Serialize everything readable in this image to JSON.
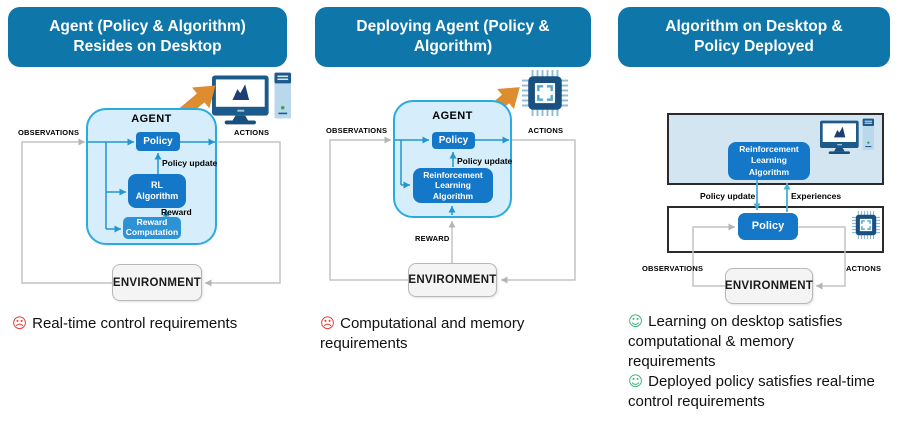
{
  "colors": {
    "header_blue": "#0e76a8",
    "box_blue": "#1577c8",
    "box_blue_light": "#2e93d5",
    "agent_fill": "#d6eefb",
    "agent_border": "#29abe2",
    "environment_fill": "#f4f4f4",
    "wire_gray": "#c4c4c4",
    "wire_blue": "#2196d0",
    "wire_cyan": "#45b0d8",
    "arrow_orange": "#dd8c30",
    "frown_red": "#ee3a30",
    "smile_green": "#3cb878"
  },
  "panels": [
    {
      "title": "Agent (Policy & Algorithm)\nResides on Desktop",
      "agent_label": "AGENT",
      "policy_label": "Policy",
      "algorithm_label": "RL\nAlgorithm",
      "reward_comp_label": "Reward\nComputation",
      "policy_update_label": "Policy update",
      "reward_label": "Reward",
      "observations_label": "OBSERVATIONS",
      "actions_label": "ACTIONS",
      "environment_label": "ENVIRONMENT",
      "caption_icon": "☹",
      "caption_text": "Real-time control requirements"
    },
    {
      "title": "Deploying Agent (Policy &\nAlgorithm)",
      "agent_label": "AGENT",
      "policy_label": "Policy",
      "algorithm_label": "Reinforcement\nLearning\nAlgorithm",
      "policy_update_label": "Policy update",
      "reward_label": "REWARD",
      "observations_label": "OBSERVATIONS",
      "actions_label": "ACTIONS",
      "environment_label": "ENVIRONMENT",
      "caption_icon": "☹",
      "caption_text": "Computational and memory requirements"
    },
    {
      "title": "Algorithm on Desktop &\nPolicy Deployed",
      "algorithm_label": "Reinforcement\nLearning\nAlgorithm",
      "policy_label": "Policy",
      "policy_update_label": "Policy update",
      "experiences_label": "Experiences",
      "observations_label": "OBSERVATIONS",
      "actions_label": "ACTIONS",
      "environment_label": "ENVIRONMENT",
      "caption1_icon": "☺",
      "caption1_text": "Learning on desktop satisfies computational & memory requirements",
      "caption2_icon": "☺",
      "caption2_text": "Deployed policy satisfies real-time control requirements"
    }
  ]
}
